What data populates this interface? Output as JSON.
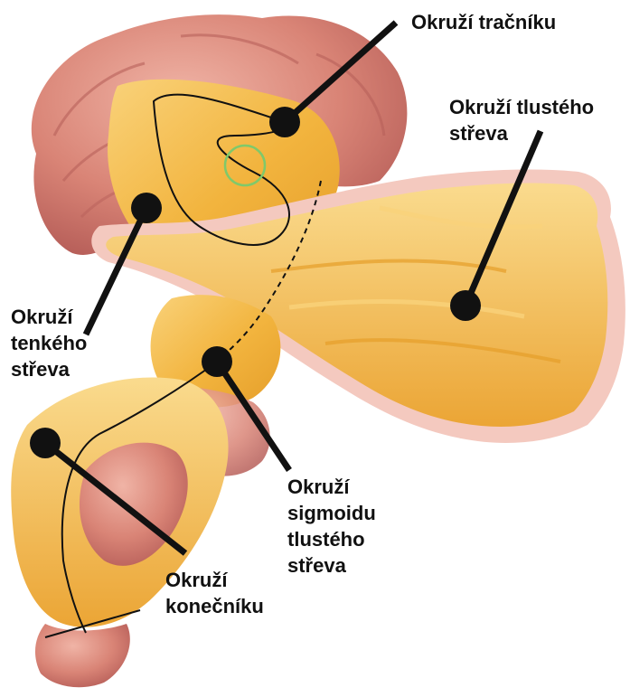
{
  "labels": {
    "colon": "Okruží tračníku",
    "large_intestine": [
      "Okruží tlustého",
      "střeva"
    ],
    "small_intestine": [
      "Okruží",
      "tenkého",
      "střeva"
    ],
    "sigmoid": [
      "Okruží",
      "sigmoidu",
      "tlustého",
      "střeva"
    ],
    "rectum": [
      "Okruží",
      "konečníku"
    ]
  },
  "colors": {
    "mesentery": "#f2b43e",
    "mesentery_light": "#f7cd6b",
    "intestine": "#e39a8c",
    "intestine_dark": "#c96a63",
    "intestine_rim": "#f4c9bf",
    "pointer": "#111111",
    "highlight_circle": "#7fc96a"
  }
}
